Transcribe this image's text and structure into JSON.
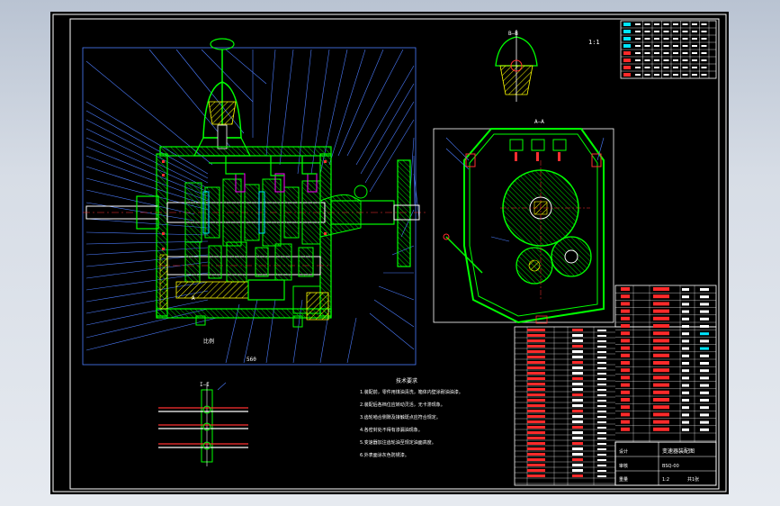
{
  "drawing": {
    "section_bb_label": "B—B",
    "section_aa_label": "A—A",
    "detail_label": "I—I",
    "scale_label": "比例",
    "bottom_dim": "560",
    "left_note": "1:1",
    "main_scale_tag": "A"
  },
  "notes": {
    "title": "技术要求",
    "lines": [
      "1.装配前，零件用煤油清洗，箱体内壁涂耐油油漆。",
      "2.装配后各档位应转动灵活，无卡滞现象。",
      "3.齿轮啮合侧隙及接触斑点应符合规定。",
      "4.各密封处不得有渗漏油现象。",
      "5.变速器加注齿轮油至规定油面高度。",
      "6.外表面涂灰色防锈漆。"
    ]
  },
  "title_block": {
    "design": "设计",
    "check": "审核",
    "drawing_name": "变速器装配图",
    "drawing_no": "BSQ-00",
    "scale": "1:2",
    "sheet": "共1张",
    "weight": "重量"
  },
  "colors": {
    "frame": "#ffffff",
    "outline": "#00ff00",
    "leader": "#4c7dff",
    "hatch": "#ffff00",
    "magenta": "#ff00ff",
    "table_red": "#ff2a2a",
    "cyan": "#00e5ff"
  }
}
